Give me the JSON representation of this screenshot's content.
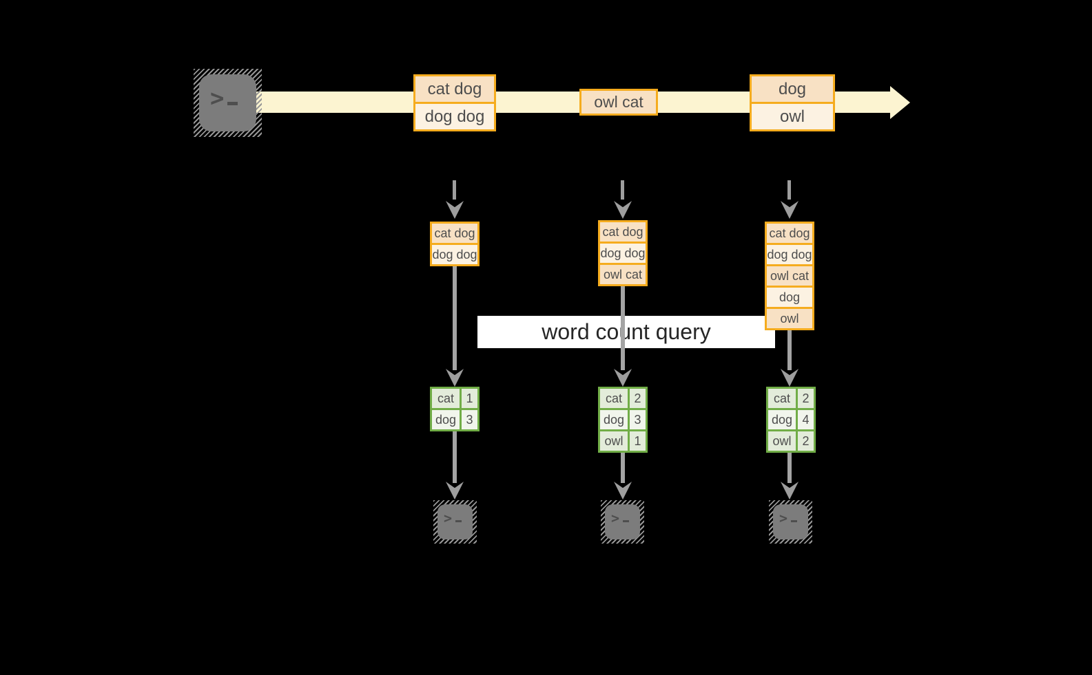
{
  "banner": {
    "label": "word count query"
  },
  "stream": {
    "groups": [
      {
        "rows": [
          "cat dog",
          "dog dog"
        ]
      },
      {
        "rows": [
          "owl cat"
        ]
      },
      {
        "rows": [
          "dog",
          "owl"
        ]
      }
    ]
  },
  "columns": [
    {
      "buffer": [
        "cat dog",
        "dog dog"
      ],
      "counts": [
        {
          "word": "cat",
          "count": "1"
        },
        {
          "word": "dog",
          "count": "3"
        }
      ]
    },
    {
      "buffer": [
        "cat dog",
        "dog dog",
        "owl cat"
      ],
      "counts": [
        {
          "word": "cat",
          "count": "2"
        },
        {
          "word": "dog",
          "count": "3"
        },
        {
          "word": "owl",
          "count": "1"
        }
      ]
    },
    {
      "buffer": [
        "cat dog",
        "dog dog",
        "owl cat",
        "dog",
        "owl"
      ],
      "counts": [
        {
          "word": "cat",
          "count": "2"
        },
        {
          "word": "dog",
          "count": "4"
        },
        {
          "word": "owl",
          "count": "2"
        }
      ]
    }
  ],
  "icons": {
    "terminal_prompt": ">"
  },
  "colors": {
    "background": "#000000",
    "stream_band": "#FCF4D1",
    "amber_border": "#F5AC1E",
    "peach_fill": "#F8E1C4",
    "cream_fill": "#FCF2E2",
    "green_border": "#71AD47",
    "green_fill_dark": "#E3ECDA",
    "green_fill_light": "#F1F5EC",
    "arrow_gray": "#9E9E9E",
    "terminal_gray": "#7C7C7C",
    "banner_bg": "#FFFFFF"
  }
}
